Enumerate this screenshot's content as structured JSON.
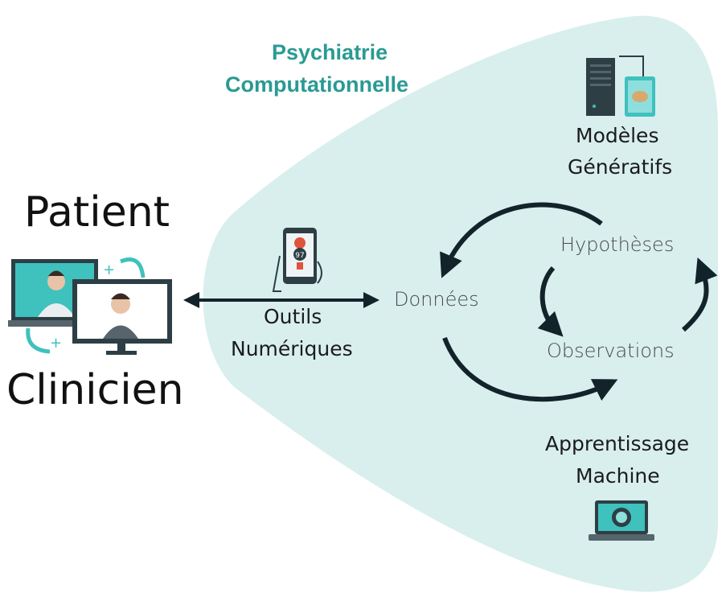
{
  "title": {
    "line1": "Psychiatrie",
    "line2": "Computationnelle"
  },
  "left": {
    "top_label": "Patient",
    "bottom_label": "Clinicien"
  },
  "tools": {
    "line1": "Outils",
    "line2": "Numériques",
    "phone_value": "97"
  },
  "models": {
    "line1": "Modèles",
    "line2": "Génératifs"
  },
  "ml": {
    "line1": "Apprentissage",
    "line2": "Machine"
  },
  "cycle": {
    "data": "Données",
    "hypotheses": "Hypothèses",
    "observations": "Observations"
  },
  "colors": {
    "region_fill": "#d8efee",
    "title": "#2a9a93",
    "arrow": "#13232a",
    "accent_teal": "#3fc1bd"
  }
}
